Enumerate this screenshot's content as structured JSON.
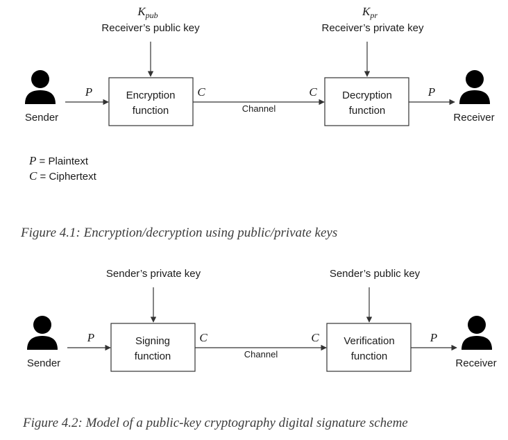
{
  "figure1": {
    "key_pub_symbol": "K",
    "key_pub_subscript": "pub",
    "key_pub_label": "Receiver’s public key",
    "key_pr_symbol": "K",
    "key_pr_subscript": "pr",
    "key_pr_label": "Receiver’s private key",
    "sender_label": "Sender",
    "receiver_label": "Receiver",
    "box1_line1": "Encryption",
    "box1_line2": "function",
    "box2_line1": "Decryption",
    "box2_line2": "function",
    "channel_label": "Channel",
    "p_symbol": "P",
    "c_symbol": "C",
    "legend_p_symbol": "P",
    "legend_p_text": " = Plaintext",
    "legend_c_symbol": "C",
    "legend_c_text": " = Ciphertext",
    "caption": "Figure 4.1: Encryption/decryption using public/private keys"
  },
  "figure2": {
    "key_left_label": "Sender’s private key",
    "key_right_label": "Sender’s public key",
    "sender_label": "Sender",
    "receiver_label": "Receiver",
    "box1_line1": "Signing",
    "box1_line2": "function",
    "box2_line1": "Verification",
    "box2_line2": "function",
    "channel_label": "Channel",
    "p_symbol": "P",
    "c_symbol": "C",
    "caption": "Figure 4.2: Model of a public-key cryptography digital signature scheme"
  }
}
